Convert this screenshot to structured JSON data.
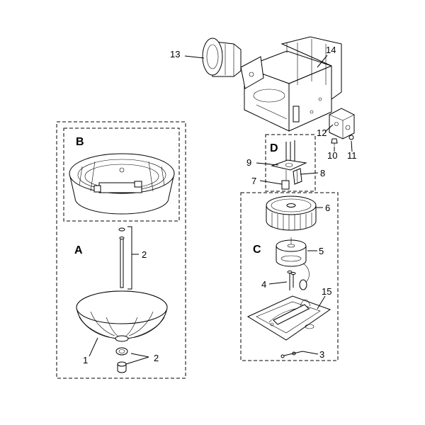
{
  "groups": {
    "a": "A",
    "b": "B",
    "c": "C",
    "d": "D"
  },
  "parts": {
    "p1": "1",
    "p2_rod": "2",
    "p2_nut": "2",
    "p3": "3",
    "p4": "4",
    "p5": "5",
    "p6": "6",
    "p7": "7",
    "p8": "8",
    "p9": "9",
    "p10": "10",
    "p11": "11",
    "p12": "12",
    "p13": "13",
    "p14": "14",
    "p15": "15"
  }
}
